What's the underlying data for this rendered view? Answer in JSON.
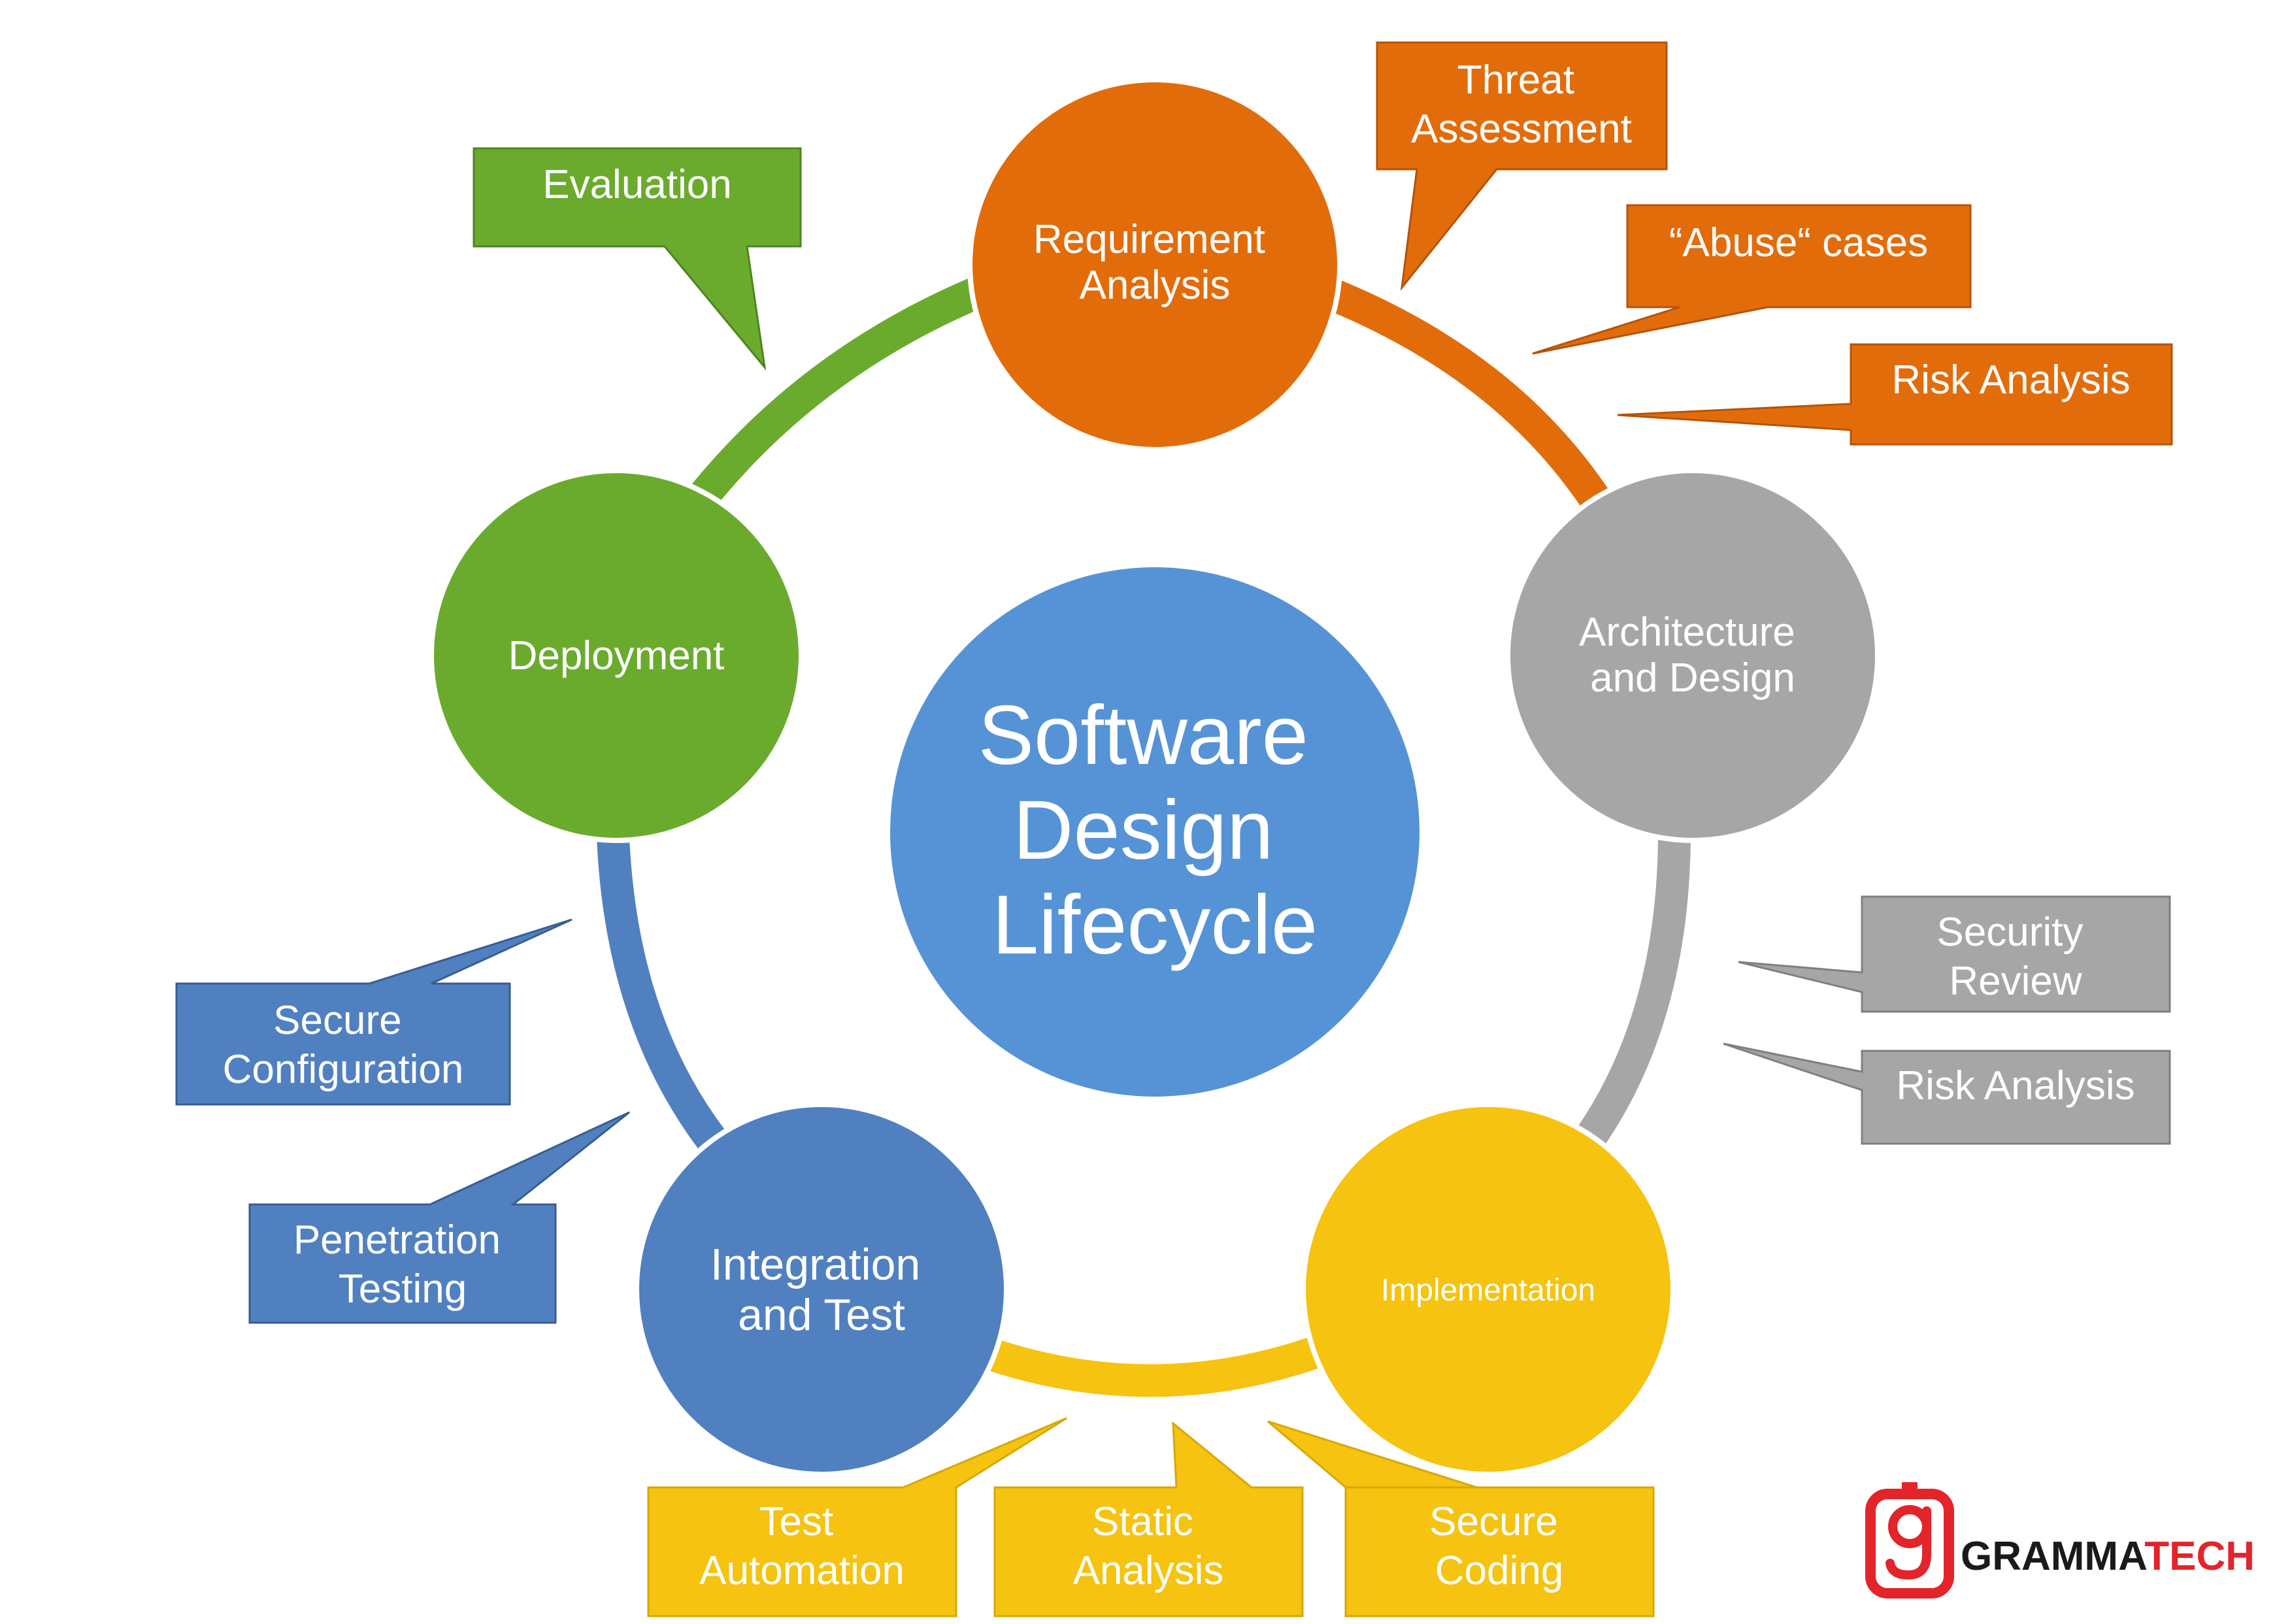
{
  "diagram": {
    "center": {
      "lines": [
        "Software",
        "Design",
        "Lifecycle"
      ]
    },
    "nodes": {
      "requirement": {
        "lines": [
          "Requirement",
          "Analysis"
        ]
      },
      "architecture": {
        "lines": [
          "Architecture",
          "and Design"
        ]
      },
      "implementation": {
        "lines": [
          "Implementation"
        ]
      },
      "integration": {
        "lines": [
          "Integration",
          "and Test"
        ]
      },
      "deployment": {
        "lines": [
          "Deployment"
        ]
      }
    },
    "callouts": {
      "threat": {
        "lines": [
          "Threat",
          "Assessment"
        ]
      },
      "abuse": {
        "lines": [
          "“Abuse“ cases"
        ]
      },
      "risk_req": {
        "lines": [
          "Risk Analysis"
        ]
      },
      "security_review": {
        "lines": [
          "Security",
          "Review"
        ]
      },
      "risk_arch": {
        "lines": [
          "Risk Analysis"
        ]
      },
      "secure_coding": {
        "lines": [
          "Secure",
          "Coding"
        ]
      },
      "static_analysis": {
        "lines": [
          "Static",
          "Analysis"
        ]
      },
      "test_automation": {
        "lines": [
          "Test",
          "Automation"
        ]
      },
      "penetration": {
        "lines": [
          "Penetration",
          "Testing"
        ]
      },
      "secure_config": {
        "lines": [
          "Secure",
          "Configuration"
        ]
      },
      "evaluation": {
        "lines": [
          "Evaluation"
        ]
      }
    },
    "colors": {
      "center": "#5593d6",
      "orange": "#e36c0a",
      "gray": "#a6a6a6",
      "yellow": "#f5c310",
      "blue": "#5080c0",
      "green": "#6aab2e"
    }
  },
  "logo": {
    "text_part1": "GRAMMA",
    "text_part2": "TECH",
    "icon": "grammatech-g-icon",
    "color_dark": "#1a1a1a",
    "color_red": "#e3242b"
  }
}
